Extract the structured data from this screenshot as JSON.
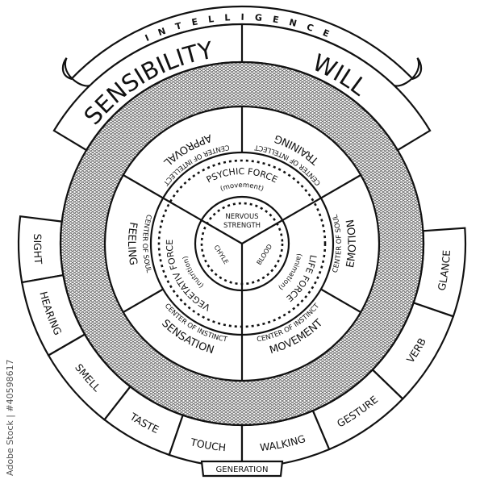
{
  "colors": {
    "line": "#111111",
    "hatch": "#666666",
    "background": "#ffffff"
  },
  "top_band": {
    "arc_label": "INTELLIGENCE",
    "left": "SENSIBILITY",
    "right": "WILL"
  },
  "sectors": [
    {
      "label": "APPROVAL",
      "center_label": "CENTER OF INTELLECT"
    },
    {
      "label": "TRAINING",
      "center_label": "CENTER OF INTELLECT"
    },
    {
      "label": "EMOTION",
      "center_label": "CENTER OF SOUL"
    },
    {
      "label": "MOVEMENT",
      "center_label": "CENTER OF INSTINCT"
    },
    {
      "label": "SENSATION",
      "center_label": "CENTER OF INSTINCT"
    },
    {
      "label": "FEELING",
      "center_label": "CENTER OF SOUL"
    }
  ],
  "forces": [
    {
      "label": "PSYCHIC FORCE",
      "sub": "(movement)"
    },
    {
      "label": "LIFE FORCE",
      "sub": "(animation)"
    },
    {
      "label": "VEGETATIV FORCE",
      "sub": "(nutrition)"
    }
  ],
  "core": {
    "top": [
      "NERVOUS",
      "STRENGTH"
    ],
    "left": "CHYLE",
    "right": "BLOOD"
  },
  "senses_left": [
    "SIGHT",
    "HEARING",
    "SMELL",
    "TASTE",
    "TOUCH"
  ],
  "senses_right": [
    "WALKING",
    "GESTURE",
    "VERB",
    "GLANCE"
  ],
  "bottom_tab": "GENERATION",
  "watermark": "Adobe Stock | #40598617"
}
